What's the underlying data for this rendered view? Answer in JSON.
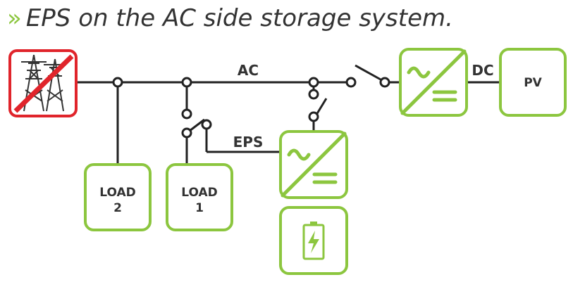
{
  "title": {
    "chevron": "»",
    "text": "EPS on the AC side storage system."
  },
  "lines": {
    "ac": "AC",
    "dc": "DC",
    "eps": "EPS"
  },
  "boxes": {
    "pv": "PV",
    "load2": [
      "LOAD",
      "2"
    ],
    "load1": [
      "LOAD",
      "1"
    ]
  },
  "icons": {
    "grid": "grid-tower-icon",
    "inverter": "ac-dc-converter-icon",
    "battery": "battery-charging-icon"
  },
  "colors": {
    "accent": "#8cc63f",
    "grid_border": "#e0242b",
    "line": "#222222",
    "text": "#333333"
  }
}
